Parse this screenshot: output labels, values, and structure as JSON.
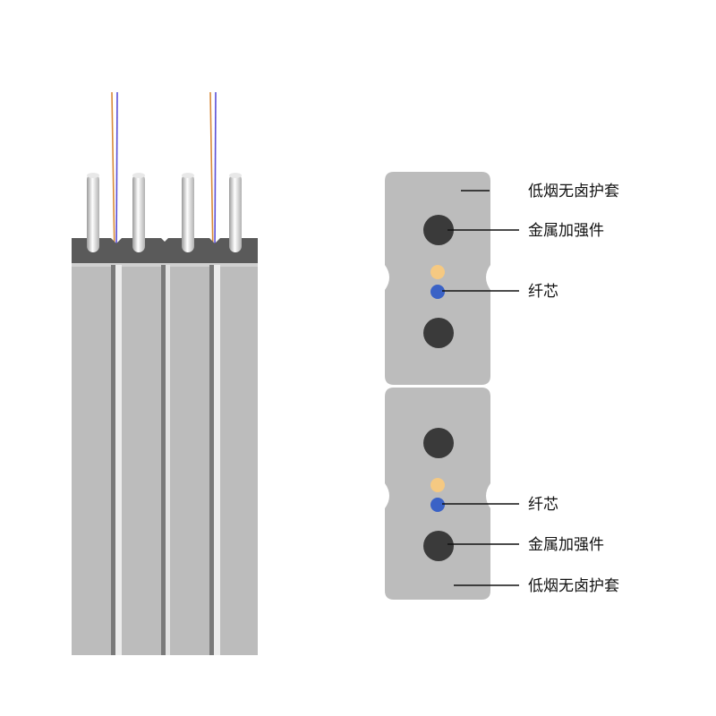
{
  "labels": {
    "top_sheath": "低烟无卤护套",
    "top_strength": "金属加强件",
    "top_fiber": "纤芯",
    "bottom_fiber": "纤芯",
    "bottom_strength": "金属加强件",
    "bottom_sheath": "低烟无卤护套"
  },
  "colors": {
    "sheath": "#bcbcbc",
    "sheath_dark": "#5a5a5a",
    "strength_member": "#3a3a3a",
    "fiber_blue": "#3a62c6",
    "fiber_yellow": "#f5c982",
    "wire_orange": "#d98a3a",
    "wire_blue": "#5a4fd6"
  }
}
